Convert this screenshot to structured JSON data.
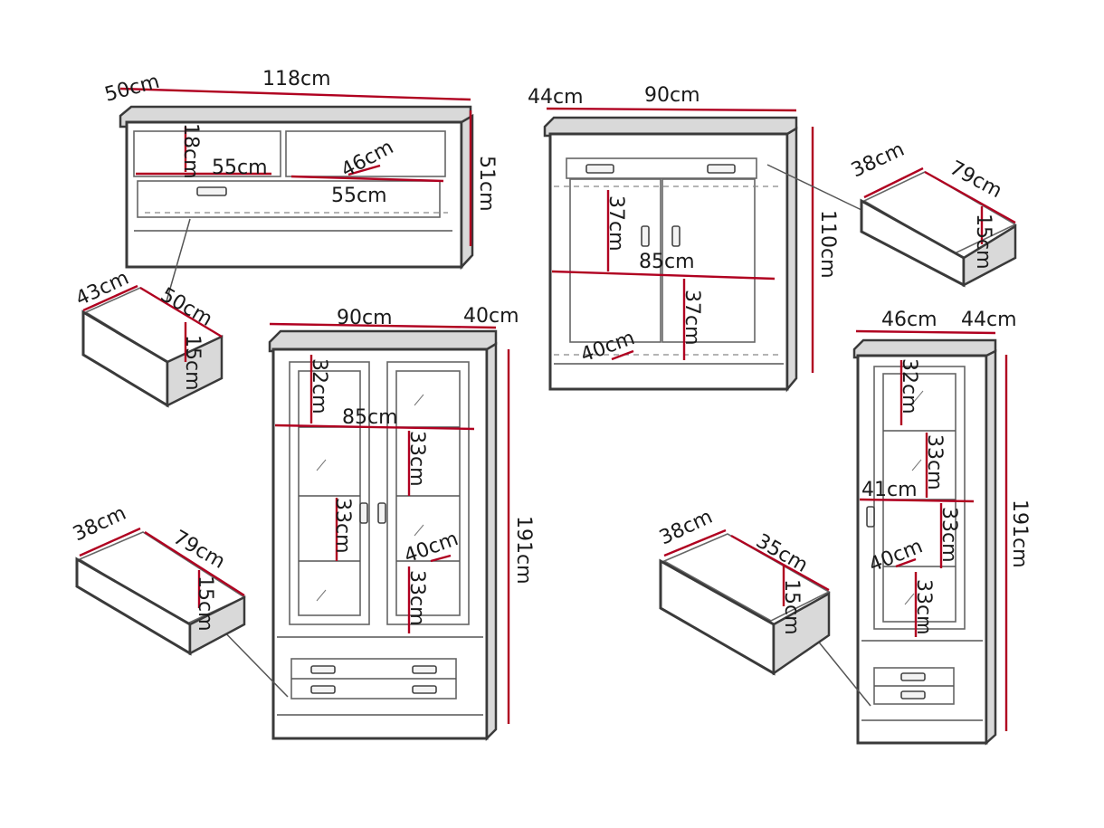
{
  "tv_unit": {
    "width": "118cm",
    "depth": "50cm",
    "height": "51cm",
    "shelf_height": "18cm",
    "niche_width_left": "55cm",
    "niche_depth": "46cm",
    "drawer_front_width": "55cm"
  },
  "tv_drawer": {
    "front": "43cm",
    "length": "50cm",
    "height": "15cm"
  },
  "commode": {
    "depth": "44cm",
    "width": "90cm",
    "height": "110cm",
    "upper_space": "37cm",
    "inner_width": "85cm",
    "lower_space": "37cm",
    "shelf_depth": "40cm"
  },
  "commode_drawer": {
    "front": "38cm",
    "length": "79cm",
    "height": "15cm"
  },
  "vitrine_large": {
    "width": "90cm",
    "depth": "40cm",
    "height": "191cm",
    "top_space": "32cm",
    "inner_width": "85cm",
    "space_2": "33cm",
    "space_3": "33cm",
    "shelf_depth": "40cm",
    "space_4": "33cm"
  },
  "large_drawer": {
    "front": "38cm",
    "length": "79cm",
    "height": "15cm"
  },
  "vitrine_small": {
    "width": "46cm",
    "depth": "44cm",
    "height": "191cm",
    "top_space": "32cm",
    "space_2": "33cm",
    "inner_width": "41cm",
    "space_3": "33cm",
    "shelf_depth": "40cm",
    "space_4": "33cm"
  },
  "small_drawer": {
    "front": "38cm",
    "length": "35cm",
    "height": "15cm"
  }
}
